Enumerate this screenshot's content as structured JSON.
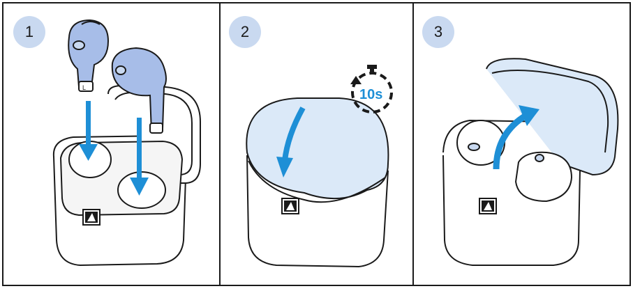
{
  "steps": [
    {
      "number": "1"
    },
    {
      "number": "2",
      "timer_label": "10s"
    },
    {
      "number": "3"
    }
  ],
  "earbud_side_label": "L",
  "colors": {
    "accent": "#1e8fd6",
    "earbud_fill": "#a7bde8",
    "lid_fill": "#dbe9f8",
    "badge_fill": "#c9d9f0",
    "outline": "#1a1a1a"
  },
  "icons": [
    "earbud-icon",
    "arrow-down-icon",
    "case-icon",
    "brand-logo-icon",
    "timer-icon",
    "curved-arrow-icon"
  ]
}
